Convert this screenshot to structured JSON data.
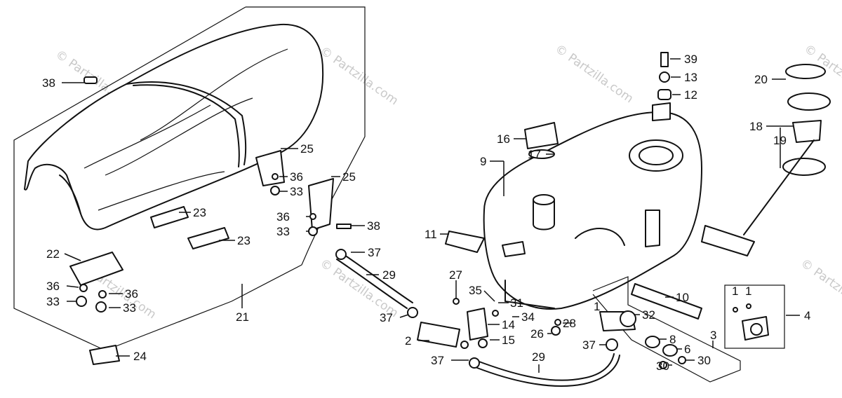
{
  "watermark": "© Partzilla.com",
  "callouts": {
    "c1": "38",
    "c2": "25",
    "c3": "36",
    "c4": "33",
    "c5": "25",
    "c6": "23",
    "c7": "36",
    "c8": "33",
    "c9": "38",
    "c10": "23",
    "c11": "22",
    "c12": "36",
    "c13": "36",
    "c14": "33",
    "c15": "33",
    "c16": "21",
    "c17": "24",
    "c18": "39",
    "c19": "13",
    "c20": "12",
    "c21": "16",
    "c22": "17",
    "c23": "9",
    "c24": "20",
    "c25": "18",
    "c26": "19",
    "c27": "11",
    "c28": "37",
    "c29": "29",
    "c30": "27",
    "c31": "35",
    "c32": "31",
    "c33": "37",
    "c34": "14",
    "c35": "34",
    "c36": "15",
    "c37": "2",
    "c38": "28",
    "c39": "26",
    "c40": "10",
    "c41": "32",
    "c42": "8",
    "c43": "37",
    "c44": "6",
    "c45": "37",
    "c46": "29",
    "c47": "30",
    "c48": "30",
    "c49": "3",
    "c50": "4",
    "c51": "1",
    "c52": "1",
    "c53": "1"
  }
}
